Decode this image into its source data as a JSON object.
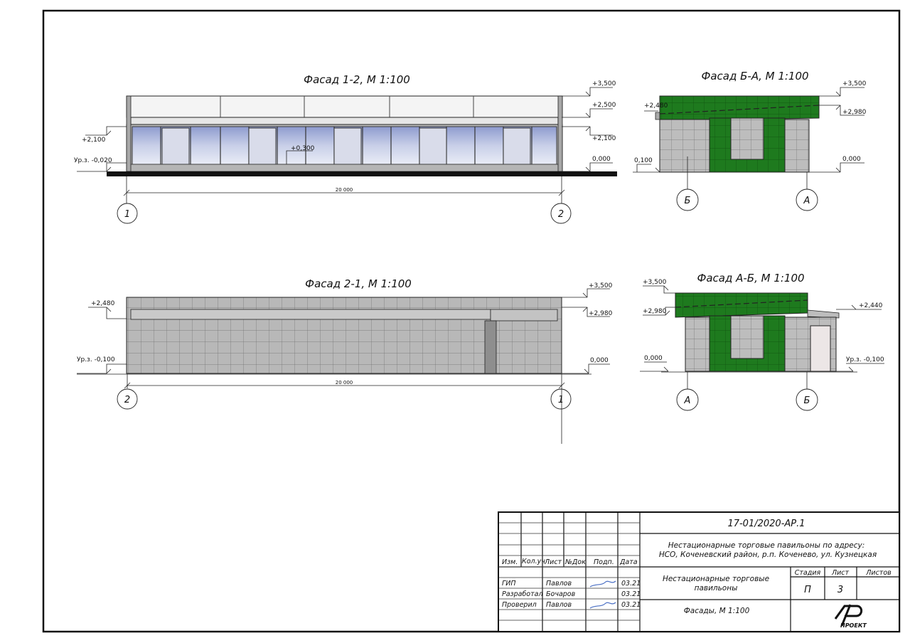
{
  "facades": {
    "f12": {
      "title": "Фасад 1-2, М 1:100",
      "levels": {
        "l1": "+3,500",
        "l2": "+2,500",
        "l3": "+2,100",
        "l4": "0,000",
        "left_top": "+2,100",
        "left_bottom": "Ур.з. -0,020",
        "door": "+0,300"
      },
      "dimension": "20 000",
      "axes": [
        "1",
        "2"
      ]
    },
    "fba": {
      "title": "Фасад Б-А, М 1:100",
      "levels": {
        "l1": "+3,500",
        "l2": "+2,980",
        "l3": "0,000",
        "left_top": "+2,480",
        "left_bottom": "0,100"
      },
      "axes": [
        "Б",
        "А"
      ]
    },
    "f21": {
      "title": "Фасад 2-1, М 1:100",
      "levels": {
        "l1": "+3,500",
        "l2": "+2,980",
        "l3": "0,000",
        "left_top": "+2,480",
        "left_bottom": "Ур.з. -0,100"
      },
      "dimension": "20 000",
      "axes": [
        "2",
        "1"
      ]
    },
    "fab": {
      "title": "Фасад А-Б, М 1:100",
      "levels": {
        "l_top": "+3,500",
        "l_mid": "+2,980",
        "l_left": "0,000",
        "r_top": "+2,440",
        "r_bottom": "Ур.з. -0,100"
      },
      "axes": [
        "А",
        "Б"
      ]
    }
  },
  "stamp": {
    "code": "17-01/2020-АР.1",
    "project_line1": "Нестационарные торговые павильоны по адресу:",
    "project_line2": "НСО, Коченевский район, р.п. Коченево, ул. Кузнецкая",
    "building_line1": "Нестационарные торговые",
    "building_line2": "павильоны",
    "sheet_name": "Фасады, М 1:100",
    "headers": {
      "izm": "Изм.",
      "kolch": "Кол.уч",
      "list": "Лист",
      "ndok": "№Док",
      "podp": "Подп.",
      "data": "Дата"
    },
    "rows": [
      {
        "role": "ГИП",
        "name": "Павлов",
        "date": "03.21"
      },
      {
        "role": "Разработал",
        "name": "Бочаров",
        "date": "03.21"
      },
      {
        "role": "Проверил",
        "name": "Павлов",
        "date": "03.21"
      }
    ],
    "stage_header": "Стадия",
    "list_header": "Лист",
    "lists_header": "Листов",
    "stage": "П",
    "sheet_no": "3",
    "logo_text": "ПРОЕКТ"
  },
  "colors": {
    "green": "#1e7a1e",
    "glass": "#aab4d6",
    "cladding": "#b9b9b9",
    "line": "#111111"
  }
}
